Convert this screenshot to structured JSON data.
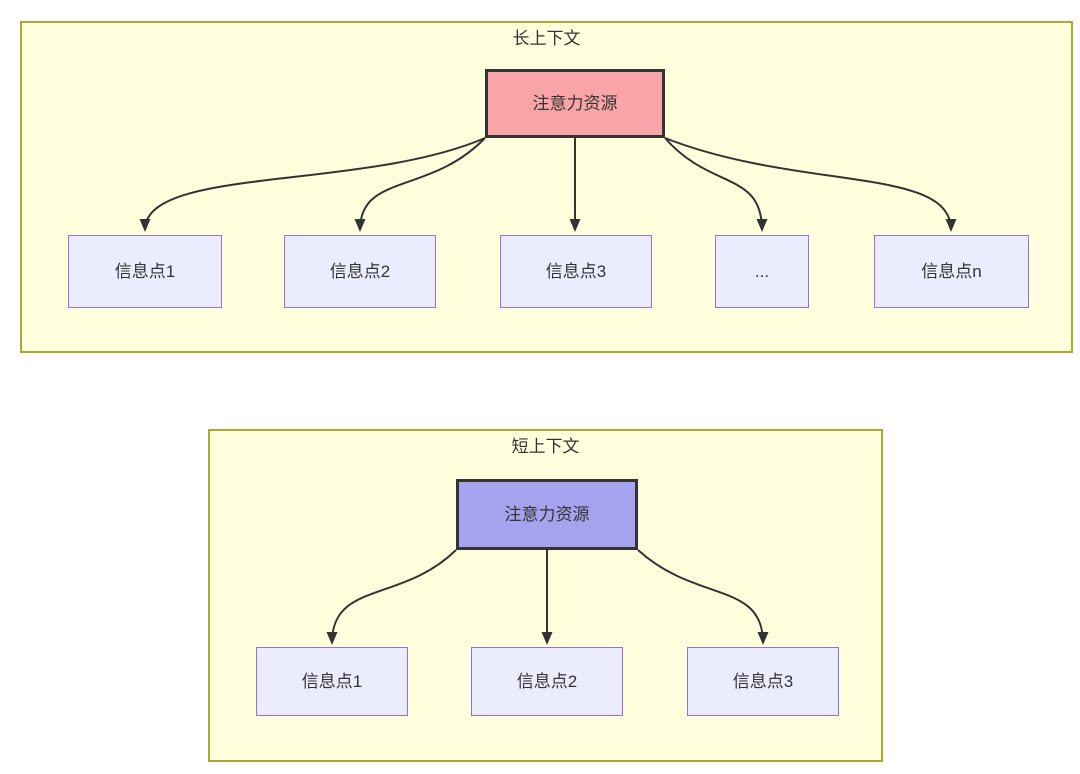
{
  "colors": {
    "container_fill": "#ffffde",
    "container_border": "#aaaa33",
    "node_fill": "#ECECFF",
    "node_border": "#9370DB",
    "attention_long_fill": "#F9A4A8",
    "attention_short_fill": "#A5A2EE",
    "attention_border": "#333333",
    "edge": "#333333",
    "text": "#333333"
  },
  "long_context": {
    "title": "长上下文",
    "attention_label": "注意力资源",
    "info_nodes": [
      "信息点1",
      "信息点2",
      "信息点3",
      "...",
      "信息点n"
    ]
  },
  "short_context": {
    "title": "短上下文",
    "attention_label": "注意力资源",
    "info_nodes": [
      "信息点1",
      "信息点2",
      "信息点3"
    ]
  }
}
